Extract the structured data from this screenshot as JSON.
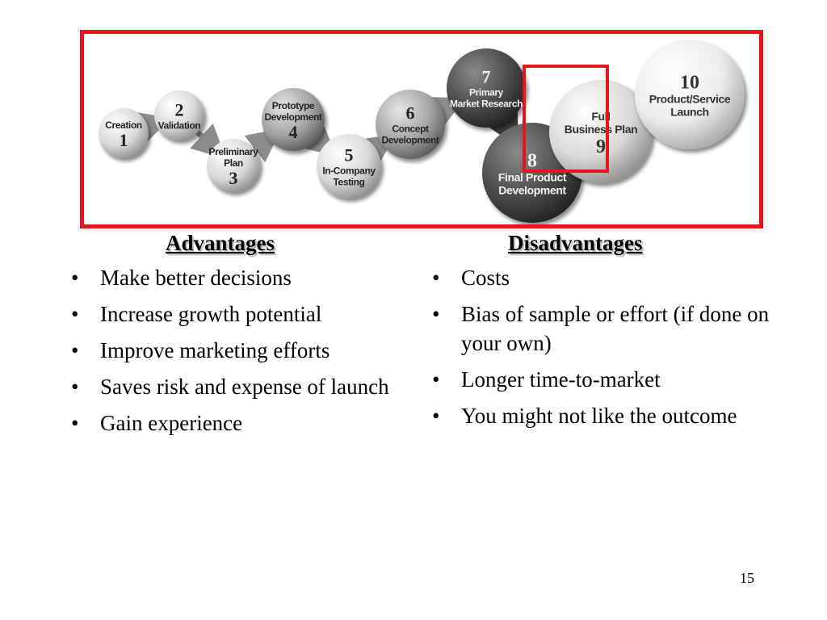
{
  "figure": {
    "stages": [
      {
        "num": "1",
        "label": [
          "Creation"
        ]
      },
      {
        "num": "2",
        "label": [
          "Validation"
        ]
      },
      {
        "num": "3",
        "label": [
          "Preliminary",
          "Plan"
        ]
      },
      {
        "num": "4",
        "label": [
          "Prototype",
          "Development"
        ]
      },
      {
        "num": "5",
        "label": [
          "In-Company",
          "Testing"
        ]
      },
      {
        "num": "6",
        "label": [
          "Concept",
          "Development"
        ]
      },
      {
        "num": "7",
        "label": [
          "Primary",
          "Market Research"
        ]
      },
      {
        "num": "8",
        "label": [
          "Final Product",
          "Development"
        ]
      },
      {
        "num": "9",
        "label": [
          "Full",
          "Business Plan"
        ]
      },
      {
        "num": "10",
        "label": [
          "Product/Service",
          "Launch"
        ]
      }
    ],
    "highlighted_stage": "7",
    "colors": {
      "frame": "#e8141b",
      "highlight": "#e8141b"
    }
  },
  "advantages": {
    "heading": "Advantages",
    "items": [
      "Make better decisions",
      "Increase growth potential",
      "Improve marketing efforts",
      "Saves risk and expense of launch",
      "Gain experience"
    ]
  },
  "disadvantages": {
    "heading": "Disadvantages",
    "items": [
      "Costs",
      "Bias of sample or effort (if done on your own)",
      "Longer time-to-market",
      "You might not like the outcome"
    ]
  },
  "page_number": "15"
}
